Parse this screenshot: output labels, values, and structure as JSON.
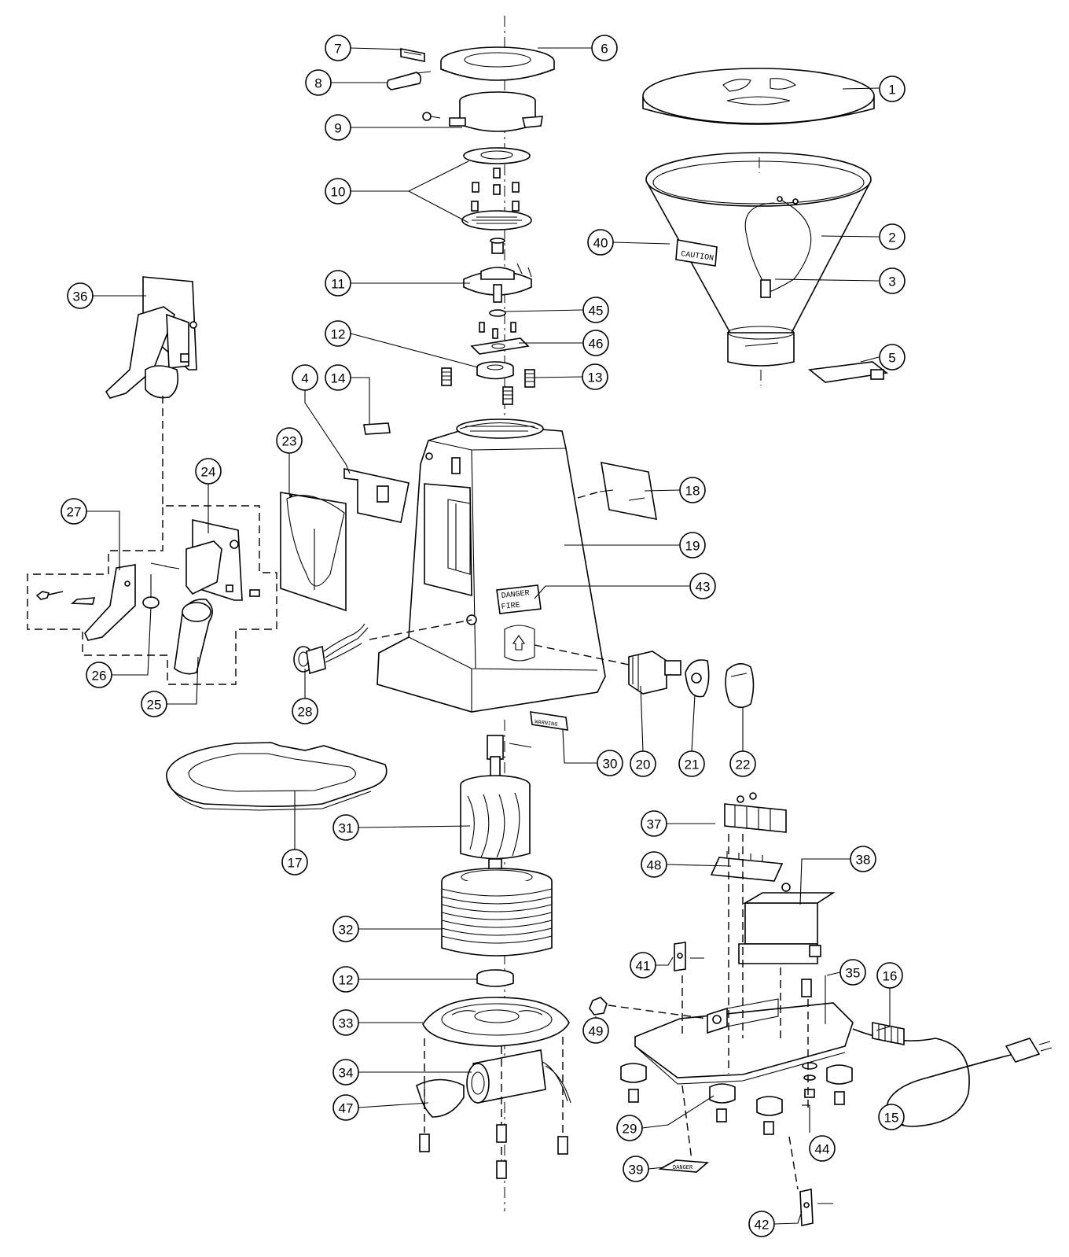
{
  "figure": {
    "callouts": [
      {
        "id": "1"
      },
      {
        "id": "2"
      },
      {
        "id": "3"
      },
      {
        "id": "4"
      },
      {
        "id": "5"
      },
      {
        "id": "6"
      },
      {
        "id": "7"
      },
      {
        "id": "8"
      },
      {
        "id": "9"
      },
      {
        "id": "10"
      },
      {
        "id": "11"
      },
      {
        "id": "12"
      },
      {
        "id": "13"
      },
      {
        "id": "14"
      },
      {
        "id": "15"
      },
      {
        "id": "16"
      },
      {
        "id": "17"
      },
      {
        "id": "18"
      },
      {
        "id": "19"
      },
      {
        "id": "20"
      },
      {
        "id": "21"
      },
      {
        "id": "22"
      },
      {
        "id": "23"
      },
      {
        "id": "24"
      },
      {
        "id": "25"
      },
      {
        "id": "26"
      },
      {
        "id": "27"
      },
      {
        "id": "28"
      },
      {
        "id": "29"
      },
      {
        "id": "30"
      },
      {
        "id": "31"
      },
      {
        "id": "32"
      },
      {
        "id": "12"
      },
      {
        "id": "33"
      },
      {
        "id": "34"
      },
      {
        "id": "35"
      },
      {
        "id": "36"
      },
      {
        "id": "37"
      },
      {
        "id": "38"
      },
      {
        "id": "39"
      },
      {
        "id": "40"
      },
      {
        "id": "41"
      },
      {
        "id": "42"
      },
      {
        "id": "43"
      },
      {
        "id": "44"
      },
      {
        "id": "45"
      },
      {
        "id": "46"
      },
      {
        "id": "47"
      },
      {
        "id": "48"
      },
      {
        "id": "49"
      }
    ],
    "labels": {
      "caution": "CAUTION",
      "danger": "DANGER",
      "fire": "FIRE",
      "warning": "WARNING",
      "danger_small": "DANGER"
    }
  }
}
